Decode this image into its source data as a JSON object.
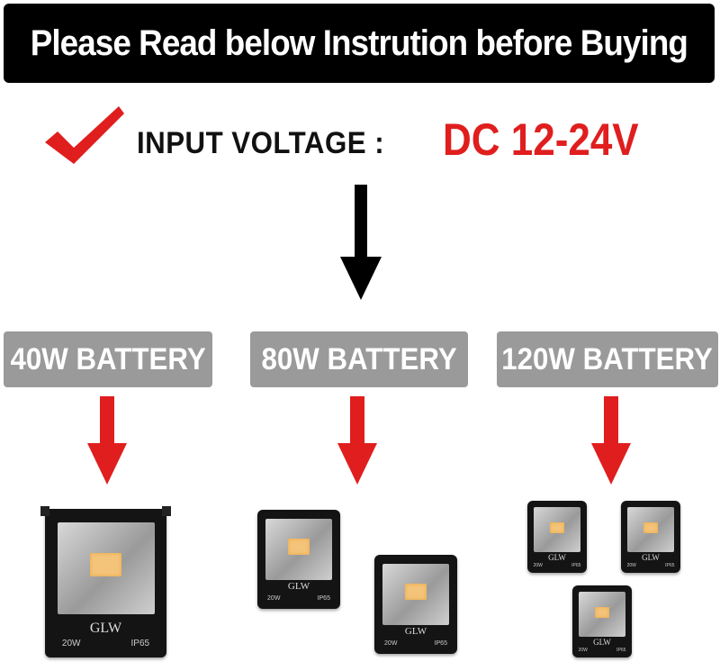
{
  "banner": {
    "text": "Please Read below Instrution before Buying"
  },
  "voltage": {
    "label": "INPUT VOLTAGE :",
    "value": "DC 12-24V"
  },
  "options": [
    {
      "label": "40W BATTERY"
    },
    {
      "label": "80W BATTERY"
    },
    {
      "label": "120W BATTERY"
    }
  ],
  "lamp": {
    "brand": "GLW",
    "watt": "20W",
    "ip": "IP65"
  },
  "colors": {
    "banner_bg": "#000000",
    "accent_red": "#e01e1e",
    "pill_bg": "#9a9a9a",
    "lamp_chip": "#f4c47a"
  },
  "icons": [
    "checkmark-icon",
    "down-arrow-icon",
    "red-down-arrow-icon"
  ]
}
